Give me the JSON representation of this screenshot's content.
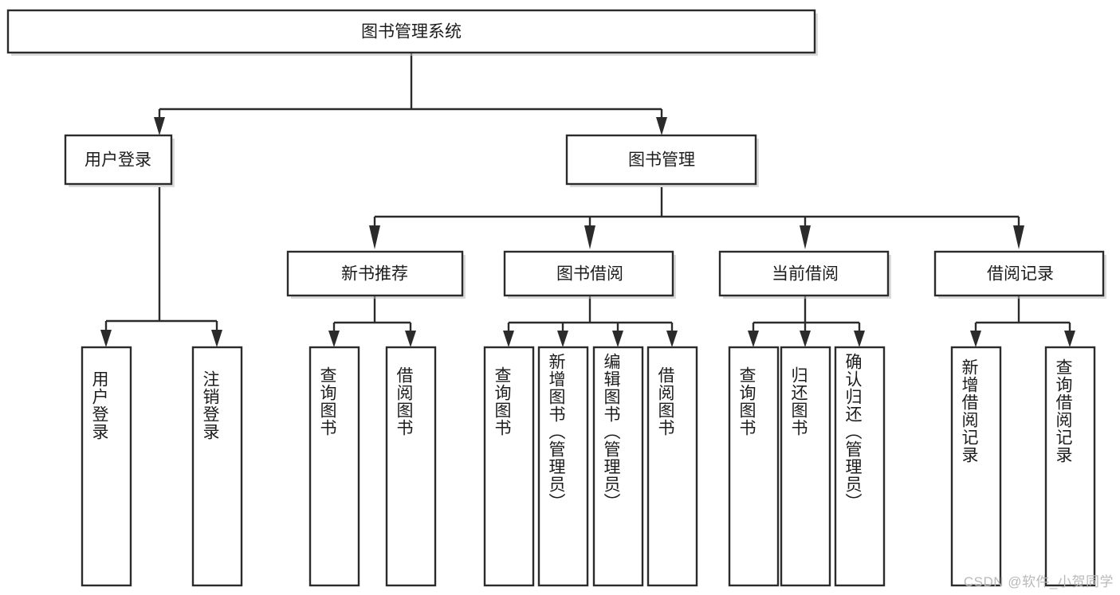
{
  "diagram": {
    "type": "tree",
    "title": "图书管理系统",
    "root": {
      "id": "root",
      "label": "图书管理系统",
      "orientation": "horizontal"
    },
    "level2": [
      {
        "id": "user-login",
        "label": "用户登录",
        "orientation": "horizontal"
      },
      {
        "id": "book-manage",
        "label": "图书管理",
        "orientation": "horizontal"
      }
    ],
    "level3": [
      {
        "id": "new-book-recommend",
        "label": "新书推荐",
        "orientation": "horizontal",
        "parent": "book-manage"
      },
      {
        "id": "book-borrow",
        "label": "图书借阅",
        "orientation": "horizontal",
        "parent": "book-manage"
      },
      {
        "id": "current-borrow",
        "label": "当前借阅",
        "orientation": "horizontal",
        "parent": "book-manage"
      },
      {
        "id": "borrow-record",
        "label": "借阅记录",
        "orientation": "horizontal",
        "parent": "book-manage"
      }
    ],
    "leaves": [
      {
        "id": "leaf-user-login",
        "label": "用户登录",
        "orientation": "vertical",
        "parent": "user-login"
      },
      {
        "id": "leaf-logout-login",
        "label": "注销登录",
        "orientation": "vertical",
        "parent": "user-login"
      },
      {
        "id": "leaf-query-book-1",
        "label": "查询图书",
        "orientation": "vertical",
        "parent": "new-book-recommend"
      },
      {
        "id": "leaf-borrow-book-1",
        "label": "借阅图书",
        "orientation": "vertical",
        "parent": "new-book-recommend"
      },
      {
        "id": "leaf-query-book-2",
        "label": "查询图书",
        "orientation": "vertical",
        "parent": "book-borrow"
      },
      {
        "id": "leaf-add-book",
        "label": "新增图书（管理员）",
        "orientation": "vertical",
        "parent": "book-borrow"
      },
      {
        "id": "leaf-edit-book",
        "label": "编辑图书（管理员）",
        "orientation": "vertical",
        "parent": "book-borrow"
      },
      {
        "id": "leaf-borrow-book-2",
        "label": "借阅图书",
        "orientation": "vertical",
        "parent": "book-borrow"
      },
      {
        "id": "leaf-query-book-3",
        "label": "查询图书",
        "orientation": "vertical",
        "parent": "current-borrow"
      },
      {
        "id": "leaf-return-book",
        "label": "归还图书",
        "orientation": "vertical",
        "parent": "current-borrow"
      },
      {
        "id": "leaf-confirm-return",
        "label": "确认归还（管理员）",
        "orientation": "vertical",
        "parent": "current-borrow"
      },
      {
        "id": "leaf-add-record",
        "label": "新增借阅记录",
        "orientation": "vertical",
        "parent": "borrow-record"
      },
      {
        "id": "leaf-query-record",
        "label": "查询借阅记录",
        "orientation": "vertical",
        "parent": "borrow-record"
      }
    ]
  },
  "watermark": {
    "text": "CSDN @软件_小贺同学"
  },
  "colors": {
    "stroke": "#2b2b2b",
    "fill": "#ffffff",
    "text": "#1c1c1c",
    "watermark": "#b9b9b9"
  }
}
